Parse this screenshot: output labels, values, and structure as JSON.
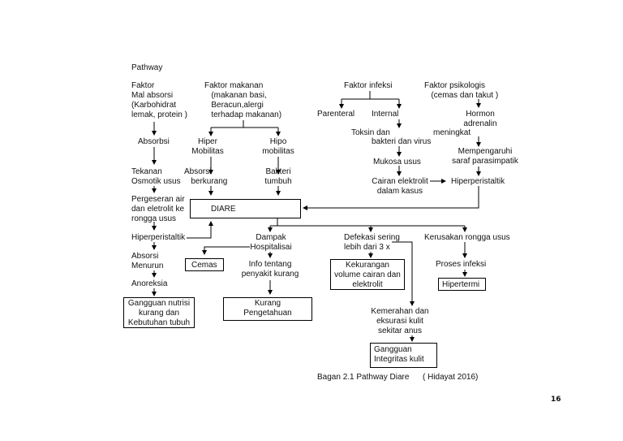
{
  "title": "Pathway",
  "nodes": {
    "faktor_mal": "Faktor\nMal absorsi\n(Karbohidrat\nlemak, protein )",
    "faktor_makanan": "Faktor makanan\n   (makanan basi,\n   Beracun,alergi\n   terhadap makanan)",
    "faktor_infeksi": "Faktor infeksi",
    "faktor_psikologis": "Faktor psikologis\n   (cemas dan takut )",
    "parenteral": "Parenteral",
    "internal": "Internal",
    "hormon": "Hormon\nadrenalin",
    "toksin": "Toksin dan",
    "bakteri_virus": "bakteri dan virus",
    "meningkat": "meningkat",
    "absorbsi": "Absorbsi",
    "hiper_mobilitas": "Hiper\nMobilitas",
    "hipo_mobilitas": "Hipo\nmobilitas",
    "mukosa": "Mukosa usus",
    "mempengaruhi": "Mempengaruhi\nsaraf parasimpatik",
    "tekanan": "Tekanan\nOsmotik usus",
    "absorsi_berkurang": "Absorsi\n   berkurang",
    "bakteri_tumbuh": "Bakteri\ntumbuh",
    "cairan_elektrolit": "Cairan elektrolit\ndalam kasus",
    "hiperperistaltik_r": "Hiperperistaltik",
    "pergeseran": "Pergeseran air\ndan eletrolit ke\nrongga usus",
    "diare": "DIARE",
    "hiperperistaltik_l": "Hiperperistaltik",
    "dampak": "Dampak\nHospitalisai",
    "defekasi": "Defekasi sering\nlebih dari 3 x",
    "kerusakan": "Kerusakan rongga usus",
    "absorsi_menurun": "Absorsi\nMenurun",
    "cemas": "Cemas",
    "info": "Info tentang\npenyakit kurang",
    "kekurangan": "Kekurangan\nvolume cairan dan\nelektrolit",
    "proses_infeksi": "Proses infeksi",
    "anoreksia": "Anoreksia",
    "hipertermi": "Hipertermi",
    "gangguan_nutrisi": "Gangguan nutrisi\nkurang dan\nKebutuhan tubuh",
    "kurang_pengetahuan": "Kurang\nPengetahuan",
    "kemerahan": "Kemerahan dan\neksurasi kulit\nsekitar anus",
    "gangguan_integritas": "Gangguan\nIntegritas kulit"
  },
  "caption": "Bagan 2.1 Pathway Diare",
  "source": "( Hidayat 2016)",
  "page_number": "16"
}
